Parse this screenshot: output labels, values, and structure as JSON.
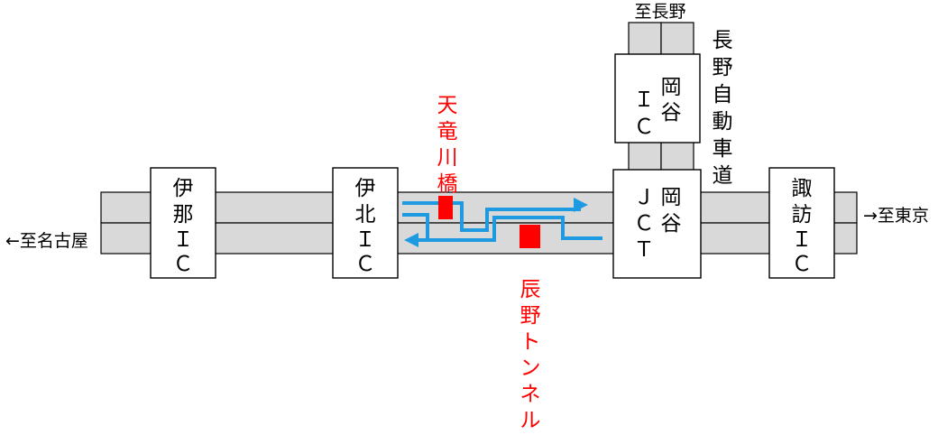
{
  "labels": {
    "to_nagano": "至長野",
    "to_nagoya": "←至名古屋",
    "to_tokyo": "→至東京",
    "nagano_expressway": "長野自動車道",
    "tenryu_bridge": "天竜川橋",
    "tatsuno_tunnel": "辰野トンネル"
  },
  "boxes": {
    "ina_ic": "伊那IC",
    "inakita_ic": "伊北IC",
    "okaya_ic": "岡谷IC",
    "okaya_jct": "岡谷JCT",
    "suwa_ic": "諏訪IC"
  },
  "colors": {
    "road": "#d9d9d9",
    "detour": "#1e9be0",
    "closure": "#ff0000"
  }
}
